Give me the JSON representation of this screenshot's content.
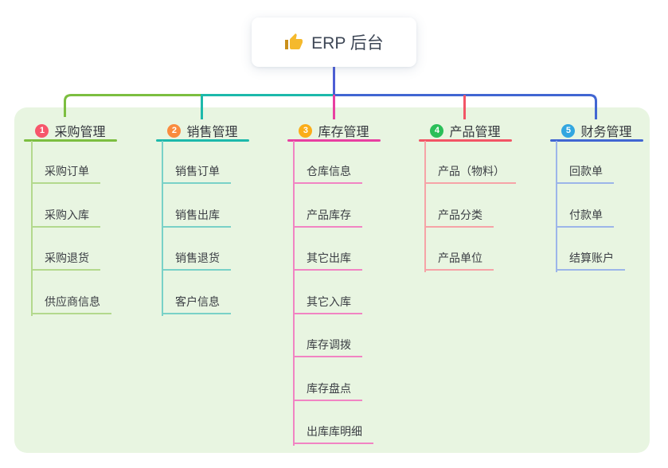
{
  "root": {
    "title": "ERP 后台",
    "icon": "thumbs-up-icon"
  },
  "branches": [
    {
      "badge": "1",
      "label": "采购管理",
      "line_color": "#7cbe40",
      "child_line_color": "#b3d98d",
      "badge_color": "#f7566b",
      "children": [
        "采购订单",
        "采购入库",
        "采购退货",
        "供应商信息"
      ]
    },
    {
      "badge": "2",
      "label": "销售管理",
      "line_color": "#1db9ab",
      "child_line_color": "#79d1c7",
      "badge_color": "#fa8b3e",
      "children": [
        "销售订单",
        "销售出库",
        "销售退货",
        "客户信息"
      ]
    },
    {
      "badge": "3",
      "label": "库存管理",
      "line_color": "#e83fa1",
      "child_line_color": "#f184c3",
      "badge_color": "#fbad18",
      "children": [
        "仓库信息",
        "产品库存",
        "其它出库",
        "其它入库",
        "库存调拨",
        "库存盘点",
        "出库库明细"
      ]
    },
    {
      "badge": "4",
      "label": "产品管理",
      "line_color": "#f25566",
      "child_line_color": "#f6a3a7",
      "badge_color": "#2bbf59",
      "children": [
        "产品（物料）",
        "产品分类",
        "产品单位"
      ]
    },
    {
      "badge": "5",
      "label": "财务管理",
      "line_color": "#4166d2",
      "child_line_color": "#9cb5e9",
      "badge_color": "#32a6e0",
      "children": [
        "回款单",
        "付款单",
        "结算账户"
      ]
    }
  ],
  "colors": {
    "canvas": "#ffffff",
    "panel_background": "#e8f5e1",
    "root_connector": "#4d5ed5",
    "text": "#3b3e44",
    "root_text": "#3e4756",
    "thumb_icon": "#f5b92d"
  }
}
